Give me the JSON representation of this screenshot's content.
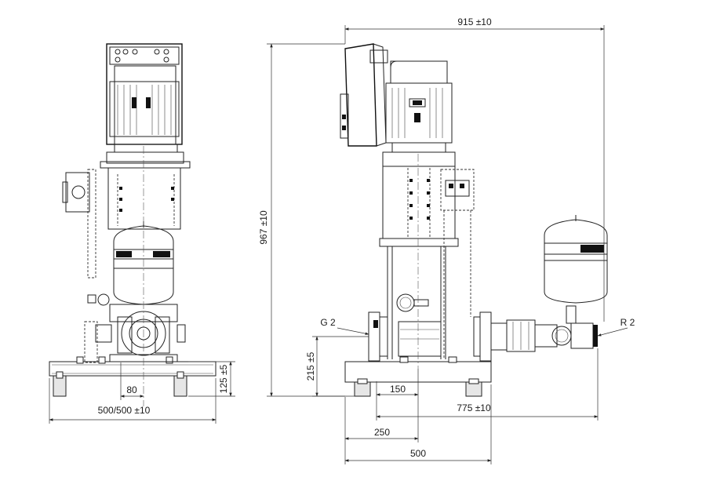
{
  "dimensions": {
    "side_width": "500/500 ±10",
    "side_offset": "80",
    "base_height_side": "125 ±5",
    "overall_width": "915 ±10",
    "overall_height": "967 ±10",
    "inlet_height": "215 ±5",
    "front_offset": "150",
    "foot_spacing": "250",
    "base_length": "500",
    "outlet_distance": "775 ±10"
  },
  "connections": {
    "inlet": "G 2",
    "outlet": "R 2"
  }
}
